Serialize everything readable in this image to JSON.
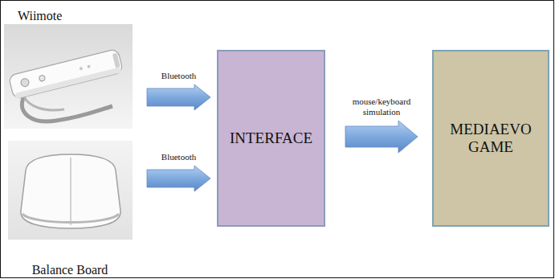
{
  "diagram": {
    "nodes": [
      {
        "text": [
          "Wiimote"
        ]
      },
      {
        "text": [
          "Balance Board"
        ]
      },
      {
        "text": [
          "INTERFACE"
        ]
      },
      {
        "text": [
          "MEDIAEVO GAME"
        ]
      }
    ],
    "edges": [
      {
        "from": 0,
        "to": 2,
        "arrow": "to",
        "label": "Bluetooth"
      },
      {
        "from": 1,
        "to": 2,
        "arrow": "to",
        "label": "Bluetooth"
      },
      {
        "from": 2,
        "to": 3,
        "arrow": "to",
        "label": "mouse/keyboard simulation"
      }
    ]
  }
}
